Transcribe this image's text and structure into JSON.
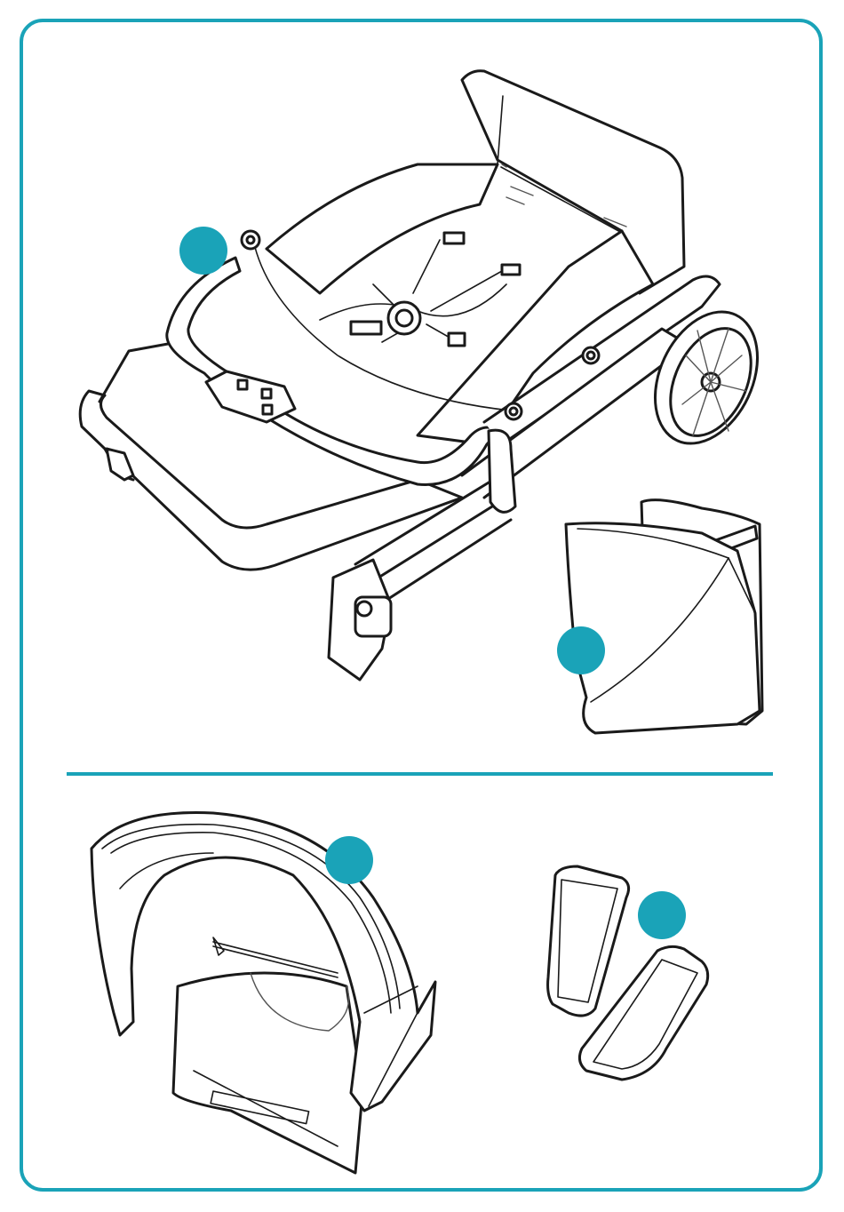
{
  "colors": {
    "accent": "#1aa3b8",
    "line": "#1a1a1a",
    "background": "#ffffff"
  },
  "items": [
    {
      "name": "stroller-seat-with-bumper-bar",
      "marker": "teal-dot"
    },
    {
      "name": "storage-bag",
      "marker": "teal-dot"
    },
    {
      "name": "canopy-hood",
      "marker": "teal-dot"
    },
    {
      "name": "shoulder-pads",
      "marker": "teal-dot"
    }
  ]
}
